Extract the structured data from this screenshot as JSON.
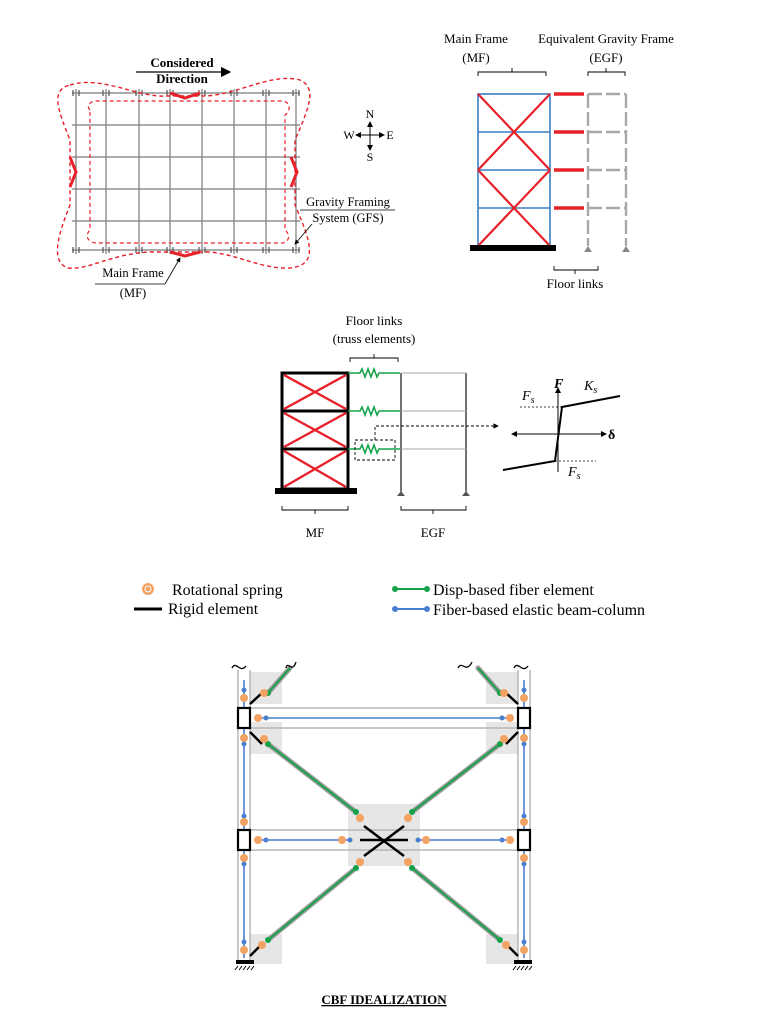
{
  "panel_plan": {
    "considered_direction": [
      "Considered",
      "Direction"
    ],
    "compass": {
      "n": "N",
      "s": "S",
      "e": "E",
      "w": "W"
    },
    "gfs_label": [
      "Gravity Framing",
      "System (GFS)"
    ],
    "mf_label": [
      "Main Frame",
      "(MF)"
    ]
  },
  "panel_elevation": {
    "mf_label": [
      "Main Frame",
      "(MF)"
    ],
    "egf_label": [
      "Equivalent Gravity Frame",
      "(EGF)"
    ],
    "floor_links": "Floor links"
  },
  "panel_model": {
    "floor_links": [
      "Floor links",
      "(truss elements)"
    ],
    "mf": "MF",
    "egf": "EGF",
    "force": "F",
    "fs": "F",
    "fs_sub": "s",
    "ks": "K",
    "ks_sub": "s",
    "delta": "δ"
  },
  "legend": {
    "rotational_spring": "Rotational spring",
    "rigid_element": "Rigid element",
    "disp_fiber": "Disp-based fiber element",
    "elastic_beam": "Fiber-based elastic beam-column"
  },
  "idealization_title": "CBF IDEALIZATION",
  "colors": {
    "brace": "#e8202a",
    "frame_blue": "#3a7fc4",
    "gravity_gray": "#a8a8a8",
    "link_green": "#16a24a",
    "spring_orange": "#f2a262",
    "elastic_blue": "#4a7fd0",
    "shading": "#e6e6e6"
  }
}
